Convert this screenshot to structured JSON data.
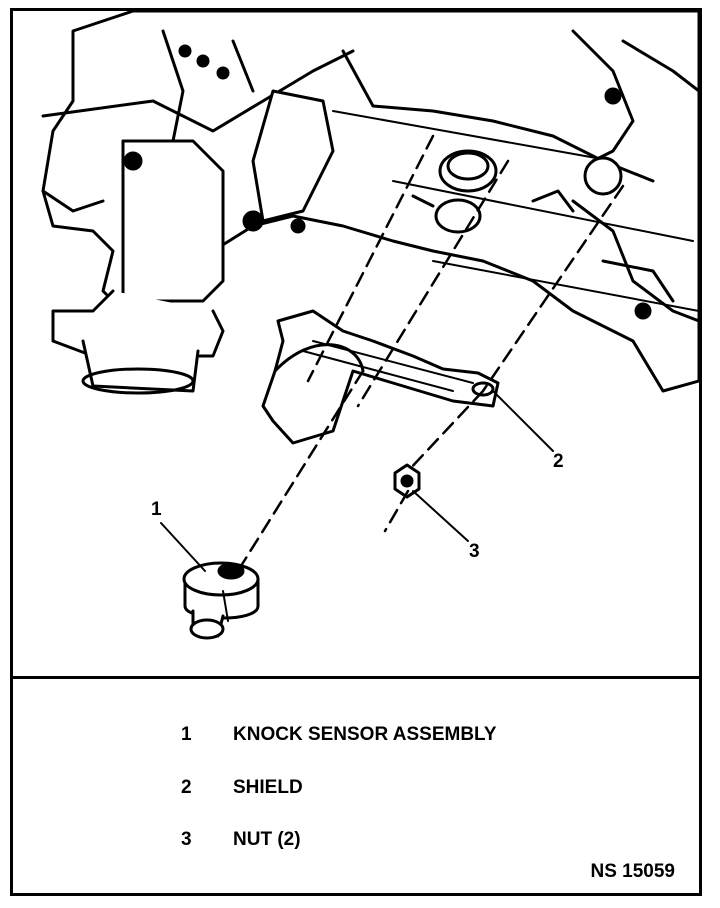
{
  "callouts": [
    {
      "number": "1"
    },
    {
      "number": "2"
    },
    {
      "number": "3"
    }
  ],
  "legend": [
    {
      "number": "1",
      "label": "KNOCK SENSOR ASSEMBLY"
    },
    {
      "number": "2",
      "label": "SHIELD"
    },
    {
      "number": "3",
      "label": "NUT (2)"
    }
  ],
  "figure_id": "NS 15059"
}
